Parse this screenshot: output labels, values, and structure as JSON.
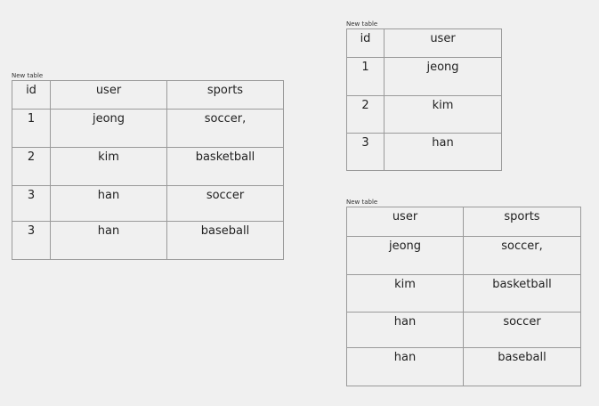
{
  "tables": [
    {
      "title": "New table",
      "headers": [
        "id",
        "user",
        "sports"
      ],
      "rows": [
        [
          "1",
          "jeong",
          "soccer,"
        ],
        [
          "2",
          "kim",
          "basketball"
        ],
        [
          "3",
          "han",
          "soccer"
        ],
        [
          "3",
          "han",
          "baseball"
        ]
      ]
    },
    {
      "title": "New table",
      "headers": [
        "id",
        "user"
      ],
      "rows": [
        [
          "1",
          "jeong"
        ],
        [
          "2",
          "kim"
        ],
        [
          "3",
          "han"
        ]
      ]
    },
    {
      "title": "New table",
      "headers": [
        "user",
        "sports"
      ],
      "rows": [
        [
          "jeong",
          "soccer,"
        ],
        [
          "kim",
          "basketball"
        ],
        [
          "han",
          "soccer"
        ],
        [
          "han",
          "baseball"
        ]
      ]
    }
  ]
}
